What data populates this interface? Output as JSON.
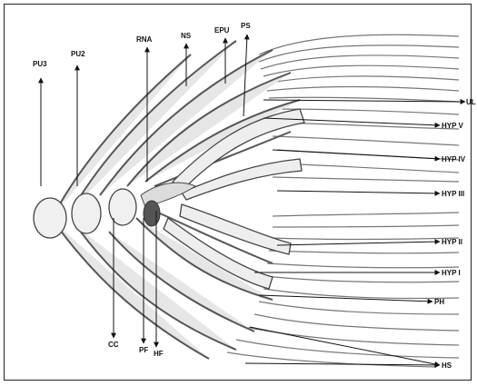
{
  "figure": {
    "ink_color": "#1a1a1a",
    "bone_fill": "#e6e6e6",
    "shade_color": "#555555",
    "labels": {
      "pu3": "PU3",
      "pu2": "PU2",
      "rna": "RNA",
      "ns": "NS",
      "epu": "EPU",
      "ps": "PS",
      "ul": "UL",
      "hyp5": "HYP V",
      "hyp4": "HYP IV",
      "hyp3": "HYP III",
      "hyp2": "HYP II",
      "hyp1": "HYP I",
      "ph": "PH",
      "hs": "HS",
      "cc": "CC",
      "pf": "PF",
      "hf": "HF"
    }
  }
}
